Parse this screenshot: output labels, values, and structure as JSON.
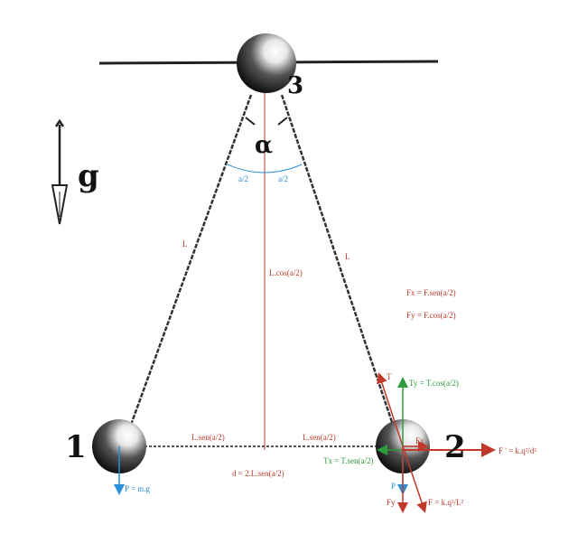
{
  "colors": {
    "red": "#c0392b",
    "blue": "#2a8fd6",
    "green": "#2e9b3c",
    "ink": "#111111"
  },
  "labels": {
    "num1": "1",
    "num2": "2",
    "num3": "3",
    "alpha": "α",
    "g": "g",
    "half_left": "a/2",
    "half_right": "a/2",
    "L_left": "L",
    "L_right": "L",
    "Lcos": "L.cos(a/2)",
    "Lsen_left": "L.sen(a/2)",
    "Lsen_right": "L.sen(a/2)",
    "d": "d = 2.L.sen(a/2)",
    "Fx_eq": "Fx = F.sen(a/2)",
    "Fy_eq": "Fy = F.cos(a/2)",
    "T": "T",
    "Ty": "Ty = T.cos(a/2)",
    "Tx": "Tx = T.sen(a/2)",
    "Fx": "Fx",
    "Fprime": "F ' = k.q²/d²",
    "P1": "P = m.g",
    "P2": "P",
    "Fy": "Fy",
    "F": "F = k.q²/L²"
  }
}
